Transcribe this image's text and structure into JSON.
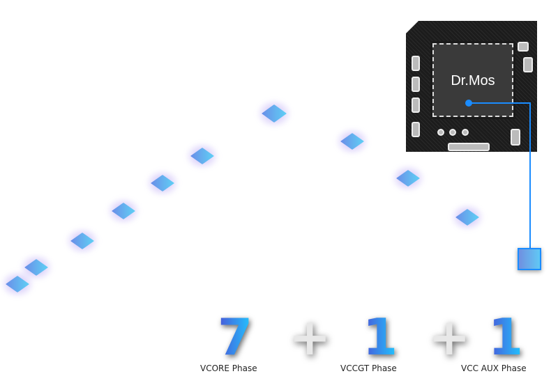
{
  "chip_label": "Dr.Mos",
  "accent_color": "#1a8cff",
  "phases": [
    {
      "count": "7",
      "label": "VCORE Phase"
    },
    {
      "count": "1",
      "label": "VCCGT Phase"
    },
    {
      "count": "1",
      "label": "VCC AUX Phase"
    }
  ],
  "plus_sign": "+"
}
